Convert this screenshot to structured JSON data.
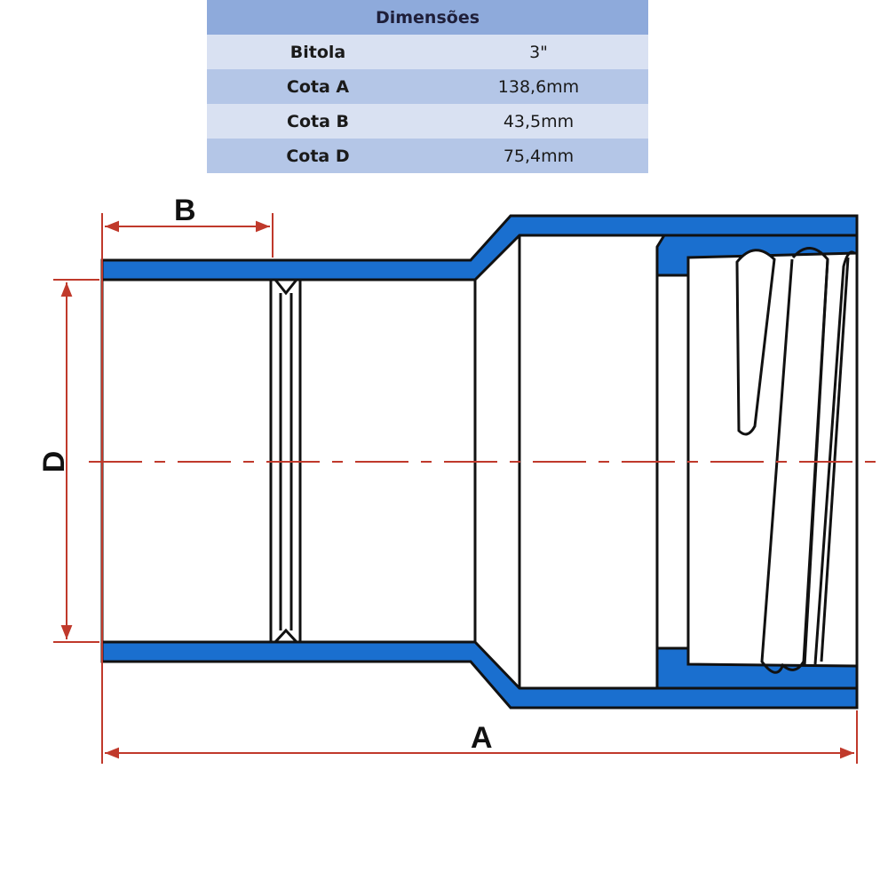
{
  "table": {
    "title": "Dimensões",
    "rows": [
      {
        "label": "Bitola",
        "value": "3\""
      },
      {
        "label": "Cota A",
        "value": "138,6mm"
      },
      {
        "label": "Cota B",
        "value": "43,5mm"
      },
      {
        "label": "Cota D",
        "value": "75,4mm"
      }
    ]
  },
  "drawing": {
    "label_a": "A",
    "label_b": "B",
    "label_d": "D",
    "colors": {
      "pipe": "#1a6fcf",
      "dimension": "#c0392b",
      "outline": "#111111"
    }
  }
}
